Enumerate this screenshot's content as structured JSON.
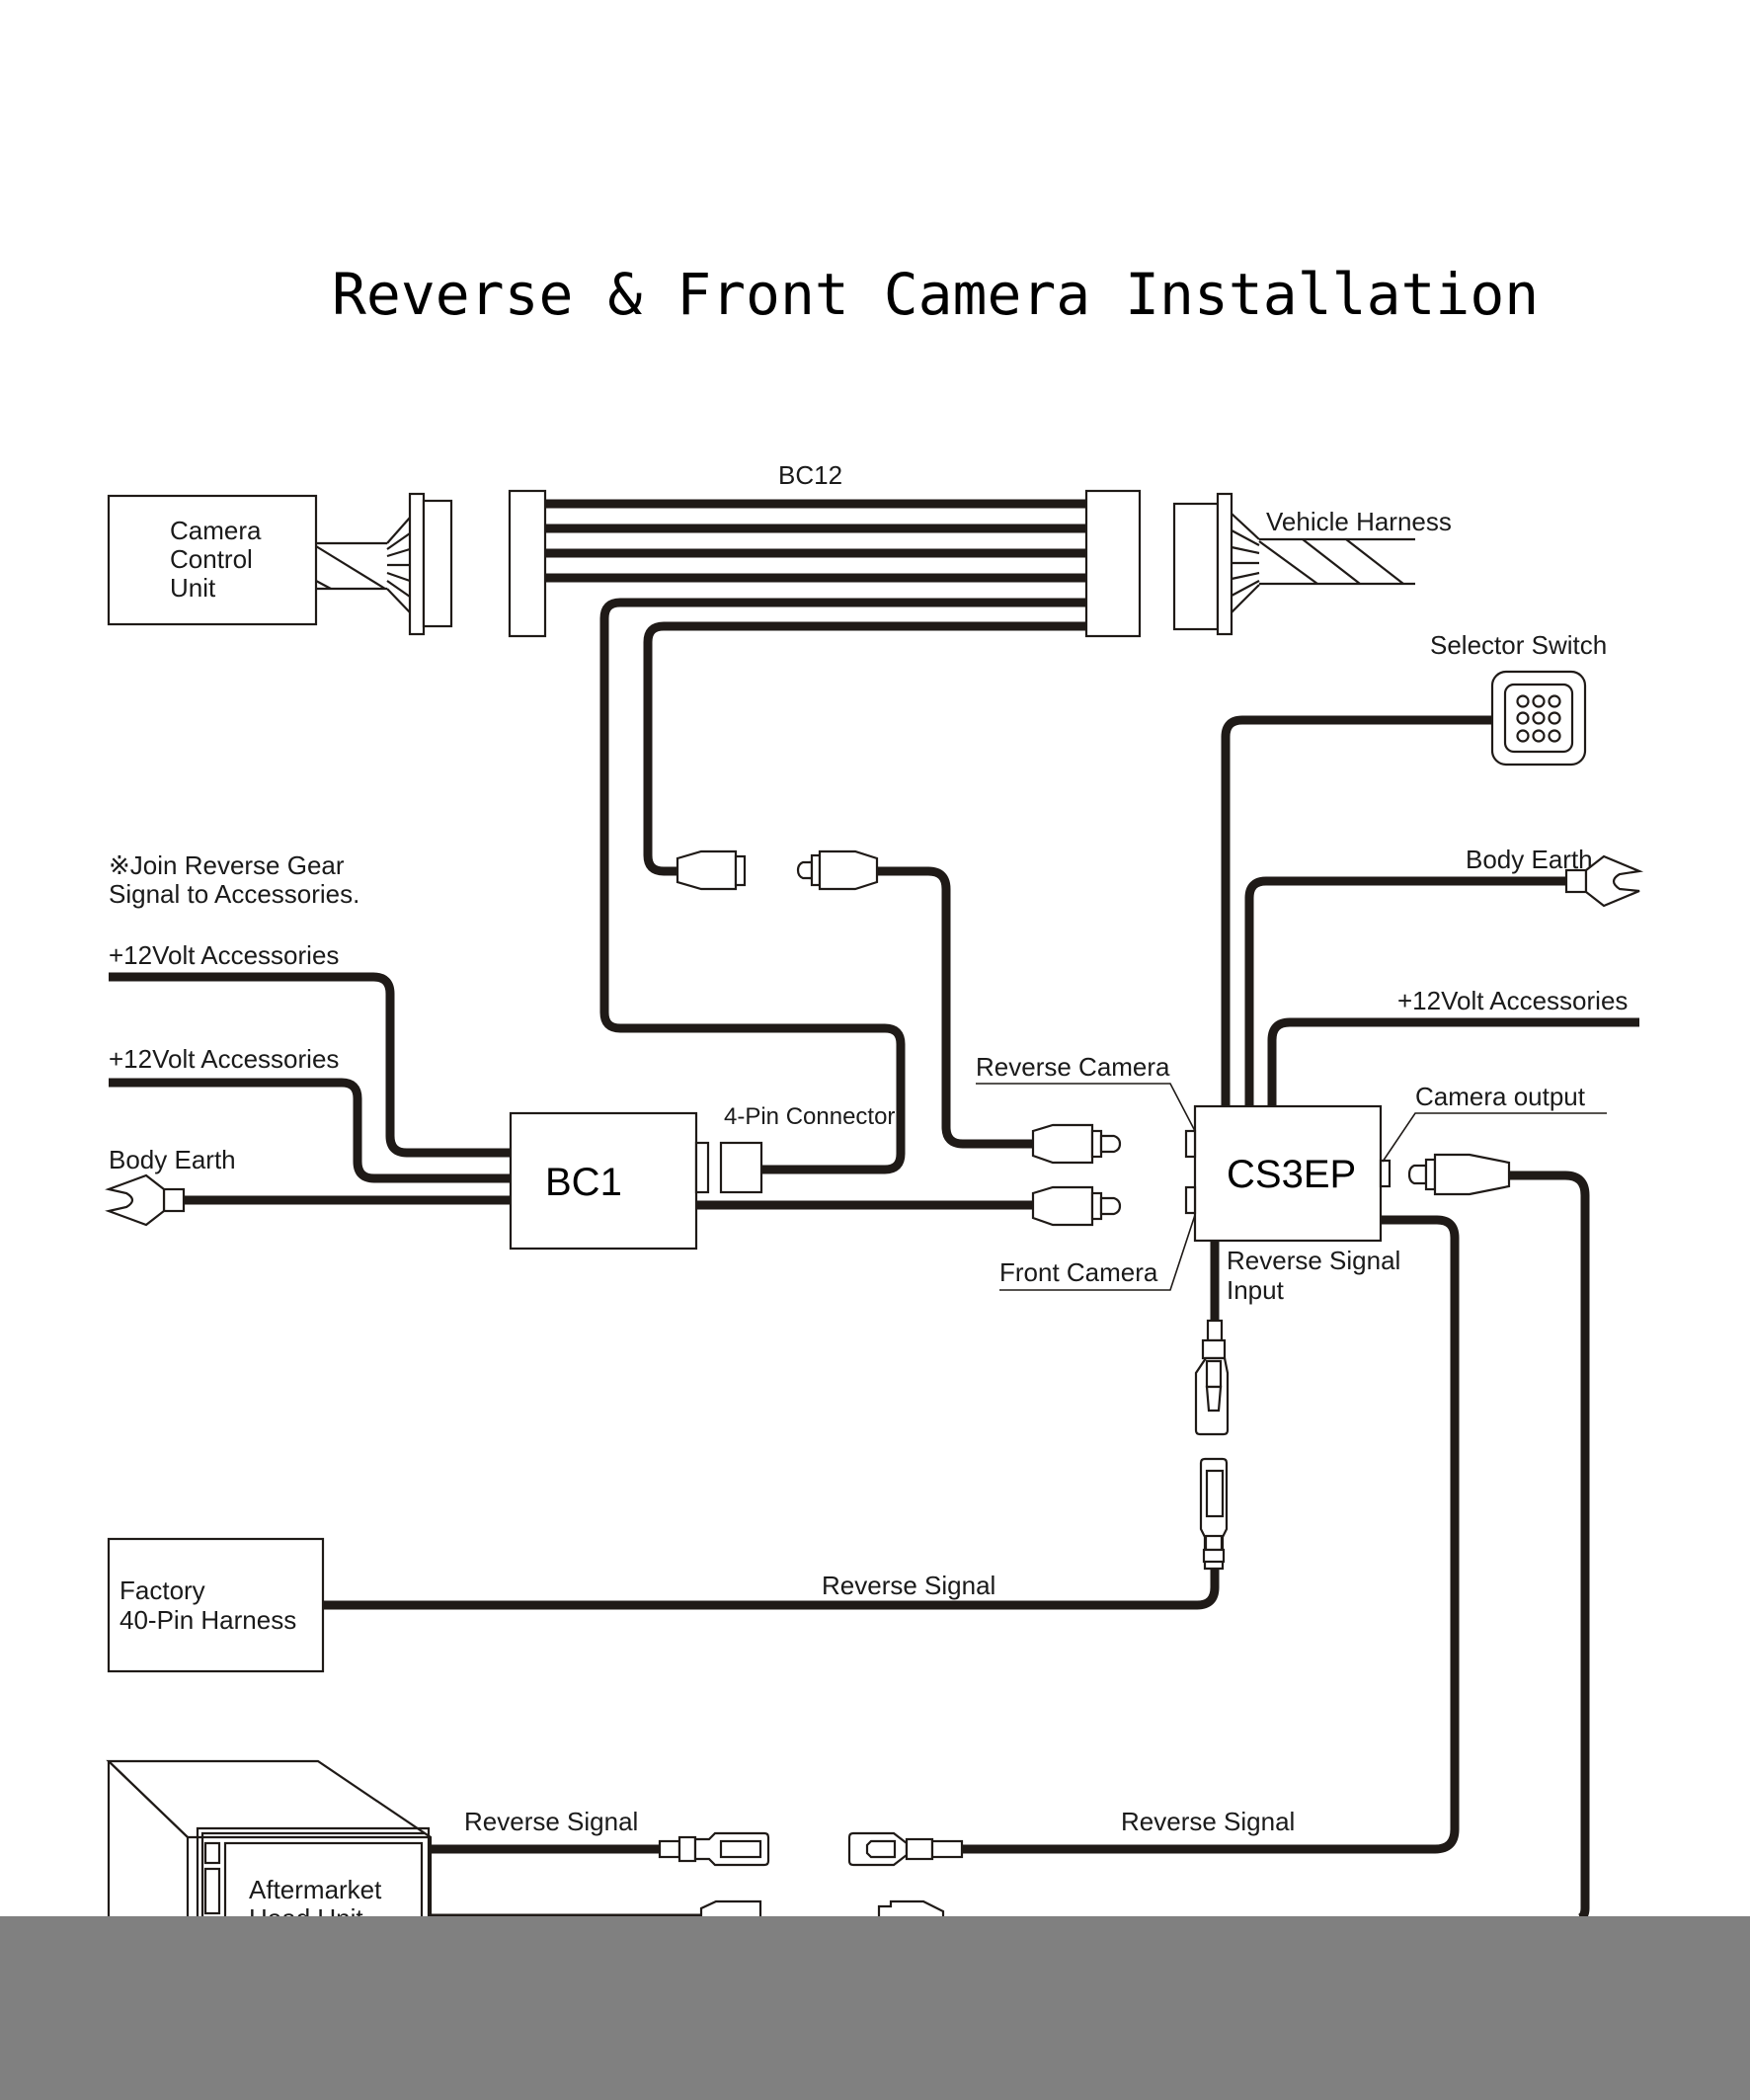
{
  "title": "Reverse & Front Camera Installation",
  "components": {
    "camera_control_unit": {
      "lines": [
        "Camera",
        "Control",
        "Unit"
      ]
    },
    "bc12": {
      "label": "BC12"
    },
    "vehicle_harness": {
      "label": "Vehicle Harness"
    },
    "selector_switch": {
      "label": "Selector Switch",
      "icon": "keypad-3x3-icon"
    },
    "bc1": {
      "label": "BC1"
    },
    "four_pin_connector": {
      "label": "4-Pin Connector"
    },
    "cs3ep": {
      "label": "CS3EP"
    },
    "factory_harness": {
      "lines": [
        "Factory",
        "40-Pin Harness"
      ]
    },
    "head_unit": {
      "lines": [
        "Aftermarket",
        "Head Unit"
      ]
    }
  },
  "labels": {
    "note": [
      "※Join Reverse Gear",
      "Signal to Accessories."
    ],
    "left_acc_1": "+12Volt Accessories",
    "left_acc_2": "+12Volt Accessories",
    "left_body_earth": "Body Earth",
    "right_body_earth": "Body Earth",
    "right_acc": "+12Volt Accessories",
    "reverse_camera": "Reverse Camera",
    "front_camera": "Front Camera",
    "camera_output": "Camera output",
    "reverse_signal_input": [
      "Reverse Signal",
      "Input"
    ],
    "reverse_signal_factory": "Reverse Signal",
    "reverse_signal_head_unit": "Reverse Signal",
    "reverse_signal_cs3ep": "Reverse Signal"
  },
  "icons": {
    "earth_terminal": "ring-terminal-icon",
    "rca_plug": "rca-plug-icon",
    "rca_socket": "rca-socket-icon",
    "spade_connector": "spade-connector-icon"
  },
  "colors": {
    "wire": "#1f1a17",
    "background": "#ffffff",
    "overlay": "#808080"
  }
}
